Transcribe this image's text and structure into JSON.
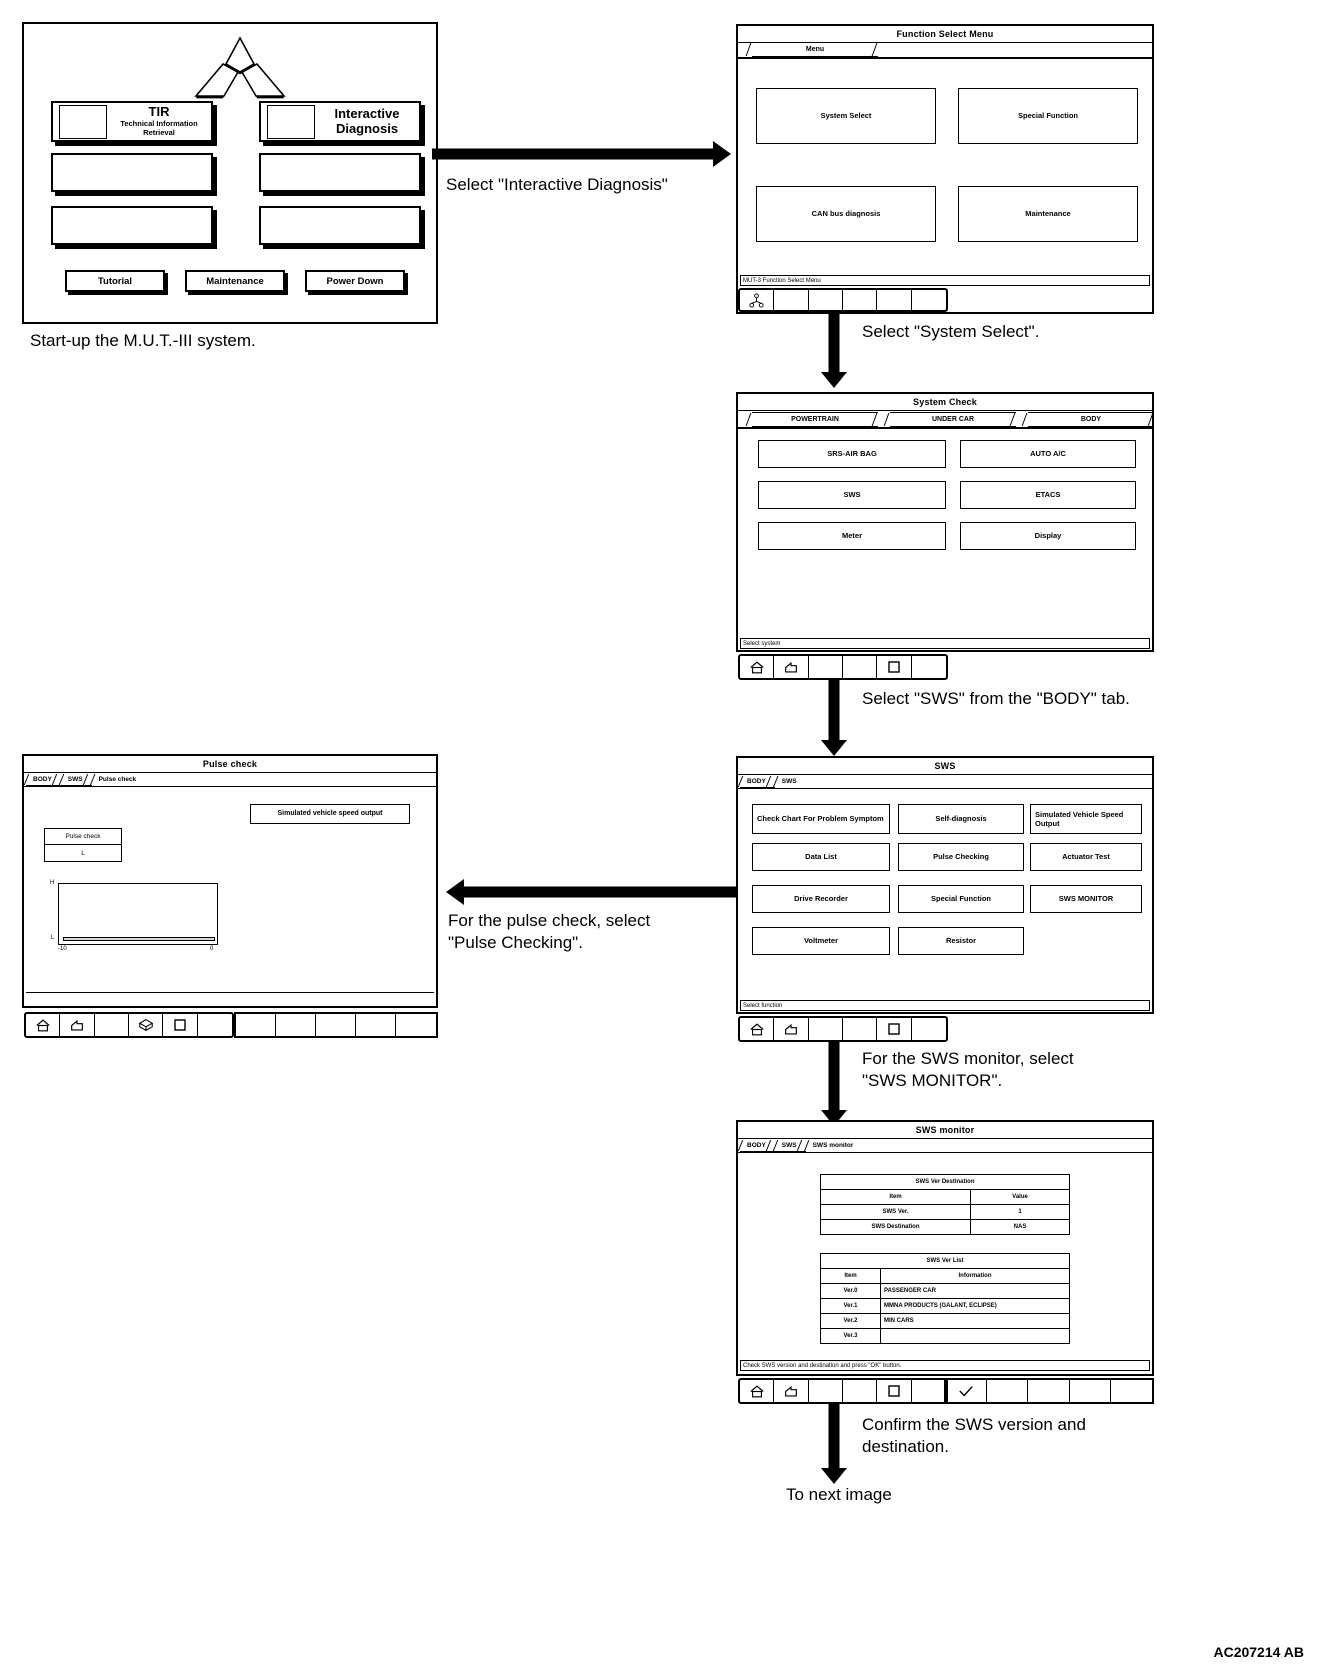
{
  "figure": {
    "code": "AC207214 AB"
  },
  "startup": {
    "logo": "mitsubishi-three-diamond-logo",
    "tir": {
      "title": "TIR",
      "subtitle_line1": "Technical Information",
      "subtitle_line2": "Retrieval"
    },
    "interactive": {
      "title_line1": "Interactive",
      "title_line2": "Diagnosis"
    },
    "footer_buttons": [
      "Tutorial",
      "Maintenance",
      "Power Down"
    ],
    "caption": "Start-up the M.U.T.-III system."
  },
  "function_select": {
    "title": "Function Select Menu",
    "tabs": [
      "Menu"
    ],
    "buttons": [
      "System Select",
      "Special Function",
      "CAN bus diagnosis",
      "Maintenance"
    ],
    "status": "MUT-3 Function Select Menu",
    "toolbar_icons": [
      "network-icon",
      "",
      "",
      "",
      "",
      ""
    ],
    "arrow_caption": "Select \"Interactive Diagnosis\"",
    "next_caption": "Select \"System Select\"."
  },
  "system_check": {
    "title": "System Check",
    "tabs": [
      "POWERTRAIN",
      "UNDER CAR",
      "BODY"
    ],
    "buttons": [
      "SRS-AIR BAG",
      "AUTO A/C",
      "SWS",
      "ETACS",
      "Meter",
      "Display"
    ],
    "status": "Select system",
    "toolbar_icons": [
      "home-icon",
      "back-icon",
      "",
      "",
      "stop-icon",
      ""
    ],
    "next_caption": "Select \"SWS\" from the \"BODY\" tab."
  },
  "sws": {
    "title": "SWS",
    "breadcrumb": [
      "BODY",
      "SWS"
    ],
    "buttons": [
      "Check Chart For Problem Symptom",
      "Self-diagnosis",
      "Simulated Vehicle Speed Output",
      "Data List",
      "Pulse Checking",
      "Actuator Test",
      "Drive Recorder",
      "Special Function",
      "SWS MONITOR",
      "Voltmeter",
      "Resistor"
    ],
    "status": "Select function",
    "toolbar_icons": [
      "home-icon",
      "back-icon",
      "",
      "",
      "stop-icon",
      ""
    ],
    "pulse_caption_line1": "For the pulse check, select",
    "pulse_caption_line2": "\"Pulse Checking\".",
    "monitor_caption_line1": "For the SWS monitor, select",
    "monitor_caption_line2": "\"SWS MONITOR\"."
  },
  "pulse_check": {
    "title": "Pulse check",
    "breadcrumb": [
      "BODY",
      "SWS",
      "Pulse check"
    ],
    "sim_button": "Simulated vehicle speed output",
    "panel_title": "Pulse check",
    "panel_value": "L",
    "graph_y_top": "H",
    "graph_y_bottom": "L",
    "graph_x_left": "-10",
    "graph_x_right": "0",
    "toolbar_icons": [
      "home-icon",
      "back-icon",
      "",
      "print-icon",
      "stop-icon",
      ""
    ]
  },
  "sws_monitor": {
    "title": "SWS monitor",
    "breadcrumb": [
      "BODY",
      "SWS",
      "SWS monitor"
    ],
    "table1": {
      "caption": "SWS Ver  Destination",
      "headers": [
        "Item",
        "Value"
      ],
      "rows": [
        [
          "SWS Ver.",
          "1"
        ],
        [
          "SWS Destination",
          "NAS"
        ]
      ]
    },
    "table2": {
      "caption": "SWS Ver List",
      "headers": [
        "Item",
        "Information"
      ],
      "rows": [
        [
          "Ver.0",
          "PASSENGER CAR"
        ],
        [
          "Ver.1",
          "MMNA PRODUCTS (GALANT, ECLIPSE)"
        ],
        [
          "Ver.2",
          "MIN CARS"
        ],
        [
          "Ver.3",
          ""
        ]
      ]
    },
    "status": "Check SWS version and destination and press \"OK\" button.",
    "toolbar_icons": [
      "home-icon",
      "back-icon",
      "",
      "",
      "stop-icon",
      "check-icon",
      "",
      "",
      ""
    ],
    "confirm_caption_line1": "Confirm the SWS version and",
    "confirm_caption_line2": "destination.",
    "next_image_caption": "To next image"
  }
}
